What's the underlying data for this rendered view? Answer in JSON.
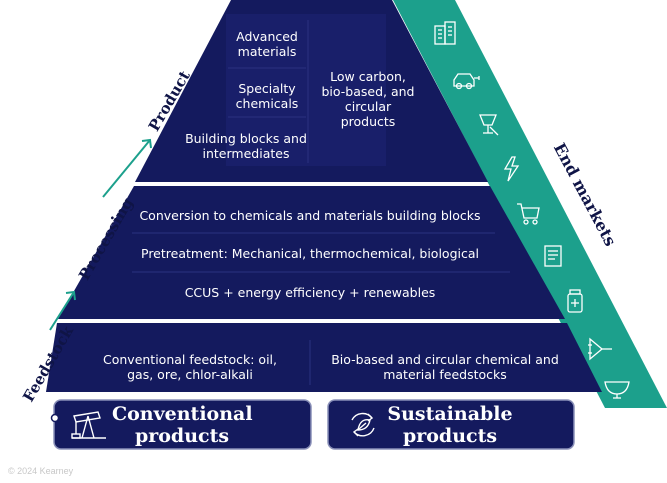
{
  "product_tier": {
    "items": [
      "Advanced materials",
      "Specialty chemicals",
      "Building blocks and intermediates"
    ],
    "right_text": "Low carbon, bio-based, and circular products"
  },
  "processing_tier": {
    "rows": [
      "Conversion to chemicals and materials building blocks",
      "Pretreatment: Mechanical, thermochemical, biological",
      "CCUS + energy efficiency + renewables"
    ]
  },
  "feedstock_tier": {
    "left": "Conventional feedstock: oil, gas, ore, chlor-alkali",
    "right": "Bio-based and circular chemical and material feedstocks"
  },
  "side_labels": {
    "product": "Product",
    "processing": "Processing",
    "feedstock": "Feedstock"
  },
  "end_markets": {
    "label": "End markets",
    "icons": [
      "building-icon",
      "car-icon",
      "glass-icon",
      "lightning-icon",
      "cart-icon",
      "document-icon",
      "medicine-bottle-icon",
      "circuit-icon",
      "bowl-icon"
    ]
  },
  "buttons": {
    "conventional": "Conventional products",
    "sustainable": "Sustainable products"
  },
  "colors": {
    "navy": "#141a5e",
    "navy_dark": "#0f1446",
    "teal": "#1ca08c",
    "border": "#8a90b8"
  },
  "copyright": "© 2024 Kearney"
}
